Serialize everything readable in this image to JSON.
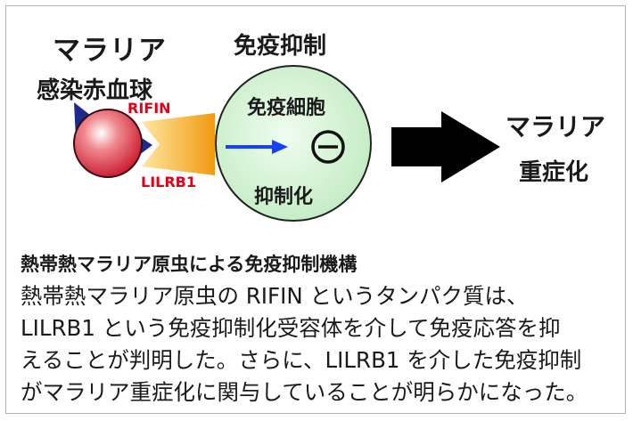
{
  "diagram": {
    "malaria_title": "マラリア",
    "infected_rbc": "感染赤血球",
    "immune_suppression": "免疫抑制",
    "immune_cell": "免疫細胞",
    "inhibition": "抑制化",
    "rifin": "RIFIN",
    "lilrb1": "LILRB1",
    "outcome_line1": "マラリア",
    "outcome_line2": "重症化",
    "colors": {
      "rbc": "#e8404e",
      "immune_cell_fill": "#c8f0c8",
      "rifin_protein": "#f4a018",
      "receptor": "#1e2a8a",
      "signal_arrow": "#1a40ff",
      "label_red": "#e0001a",
      "big_arrow": "#000000"
    },
    "icons": [
      "minus-circle-icon",
      "right-arrow-icon",
      "big-right-arrow-icon"
    ]
  },
  "caption": {
    "title": "熱帯熱マラリア原虫による免疫抑制機構",
    "lines": [
      "熱帯熱マラリア原虫の RIFIN というタンパク質は、",
      "LILRB1 という免疫抑制化受容体を介して免疫応答を抑",
      "えることが判明した。さらに、LILRB1 を介した免疫抑制",
      "がマラリア重症化に関与していることが明らかになった。"
    ]
  }
}
